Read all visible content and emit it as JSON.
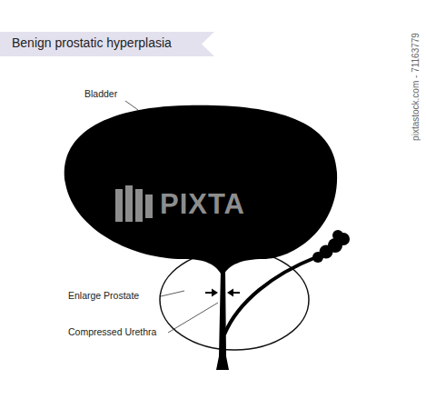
{
  "diagram": {
    "title": "Benign prostatic hyperplasia",
    "labels": [
      "Bladder",
      "Enlarge Prostate",
      "Compressed Urethra",
      "PIXTA",
      "pixtastock.com - 71163779"
    ]
  }
}
